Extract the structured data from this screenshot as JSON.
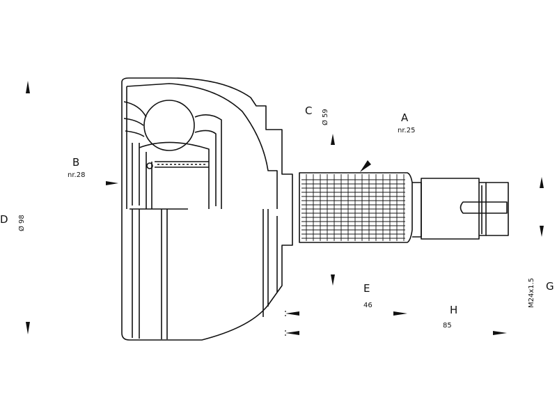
{
  "labels": {
    "A": {
      "letter": "A",
      "value": "nr.25"
    },
    "B": {
      "letter": "B",
      "value": "nr.28"
    },
    "C": {
      "letter": "C",
      "value": "Ø 59"
    },
    "D": {
      "letter": "D",
      "value": "Ø 98"
    },
    "E": {
      "letter": "E",
      "value": "46"
    },
    "G": {
      "letter": "G",
      "value": "M24x1.5"
    },
    "H": {
      "letter": "H",
      "value": "85"
    }
  },
  "colors": {
    "line": "#111111",
    "background": "#ffffff"
  }
}
